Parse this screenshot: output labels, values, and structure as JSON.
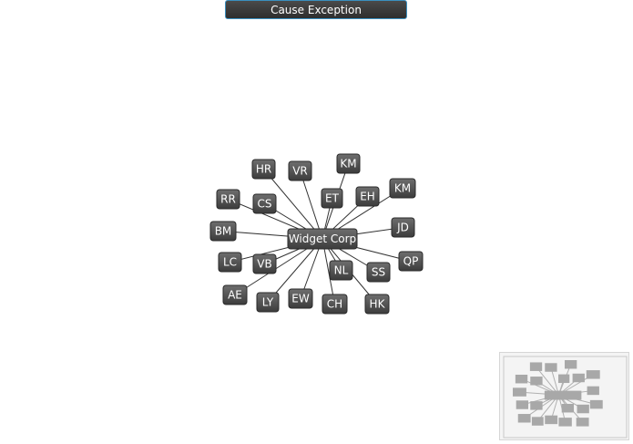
{
  "toolbar": {
    "cause_exception_label": "Cause Exception"
  },
  "graph": {
    "center": {
      "id": "center",
      "label": "Widget Corp"
    },
    "nodes": [
      {
        "id": "hr",
        "label": "HR"
      },
      {
        "id": "vr",
        "label": "VR"
      },
      {
        "id": "km1",
        "label": "KM"
      },
      {
        "id": "rr",
        "label": "RR"
      },
      {
        "id": "cs",
        "label": "CS"
      },
      {
        "id": "et",
        "label": "ET"
      },
      {
        "id": "eh",
        "label": "EH"
      },
      {
        "id": "km2",
        "label": "KM"
      },
      {
        "id": "bm",
        "label": "BM"
      },
      {
        "id": "jd",
        "label": "JD"
      },
      {
        "id": "lc",
        "label": "LC"
      },
      {
        "id": "vb",
        "label": "VB"
      },
      {
        "id": "nl",
        "label": "NL"
      },
      {
        "id": "ss",
        "label": "SS"
      },
      {
        "id": "qp",
        "label": "QP"
      },
      {
        "id": "ae",
        "label": "AE"
      },
      {
        "id": "ly",
        "label": "LY"
      },
      {
        "id": "ew",
        "label": "EW"
      },
      {
        "id": "ch",
        "label": "CH"
      },
      {
        "id": "hk",
        "label": "HK"
      }
    ]
  },
  "colors": {
    "node_fill": "#5a5a5a",
    "edge": "#333333",
    "button_border": "#3a8fbf"
  }
}
